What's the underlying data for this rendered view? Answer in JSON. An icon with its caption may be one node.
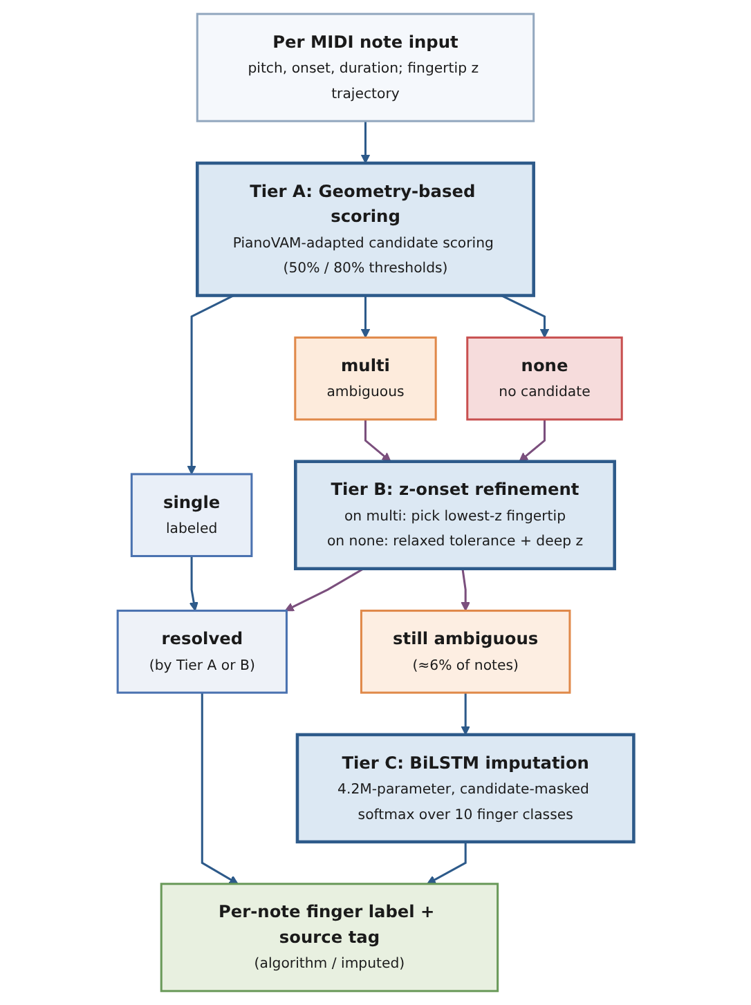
{
  "diagram": {
    "nodes": [
      {
        "text": [
          "Per MIDI note input",
          "pitch, onset, duration; fingertip z trajectory"
        ]
      },
      {
        "text": [
          "Tier A: Geometry-based scoring",
          "PianoVAM-adapted candidate scoring (50% / 80% thresholds)"
        ]
      },
      {
        "text": [
          "single",
          "labeled"
        ]
      },
      {
        "text": [
          "multi",
          "ambiguous"
        ]
      },
      {
        "text": [
          "none",
          "no candidate"
        ]
      },
      {
        "text": [
          "Tier B: z-onset refinement",
          "on multi: pick lowest-z fingertip",
          "on none: relaxed tolerance + deep z"
        ]
      },
      {
        "text": [
          "resolved",
          "(by Tier A or B)"
        ]
      },
      {
        "text": [
          "still ambiguous",
          "(≈6% of notes)"
        ]
      },
      {
        "text": [
          "Tier C: BiLSTM imputation",
          "4.2M-parameter, candidate-masked softmax over 10 finger classes"
        ]
      },
      {
        "text": [
          "Per-note finger label + source tag",
          "(algorithm / imputed)"
        ]
      }
    ],
    "edges": [
      {
        "from": 0,
        "to": 1,
        "arrow": "to"
      },
      {
        "from": 1,
        "to": 2,
        "arrow": "to"
      },
      {
        "from": 1,
        "to": 3,
        "arrow": "to"
      },
      {
        "from": 1,
        "to": 4,
        "arrow": "to"
      },
      {
        "from": 3,
        "to": 5,
        "arrow": "to",
        "color": "#7b4f7d"
      },
      {
        "from": 4,
        "to": 5,
        "arrow": "to",
        "color": "#7b4f7d"
      },
      {
        "from": 2,
        "to": 6,
        "arrow": "to"
      },
      {
        "from": 5,
        "to": 6,
        "arrow": "to",
        "color": "#7b4f7d"
      },
      {
        "from": 5,
        "to": 7,
        "arrow": "to",
        "color": "#7b4f7d"
      },
      {
        "from": 7,
        "to": 8,
        "arrow": "to"
      },
      {
        "from": 6,
        "to": 9,
        "arrow": "to"
      },
      {
        "from": 8,
        "to": 9,
        "arrow": "to"
      }
    ]
  }
}
